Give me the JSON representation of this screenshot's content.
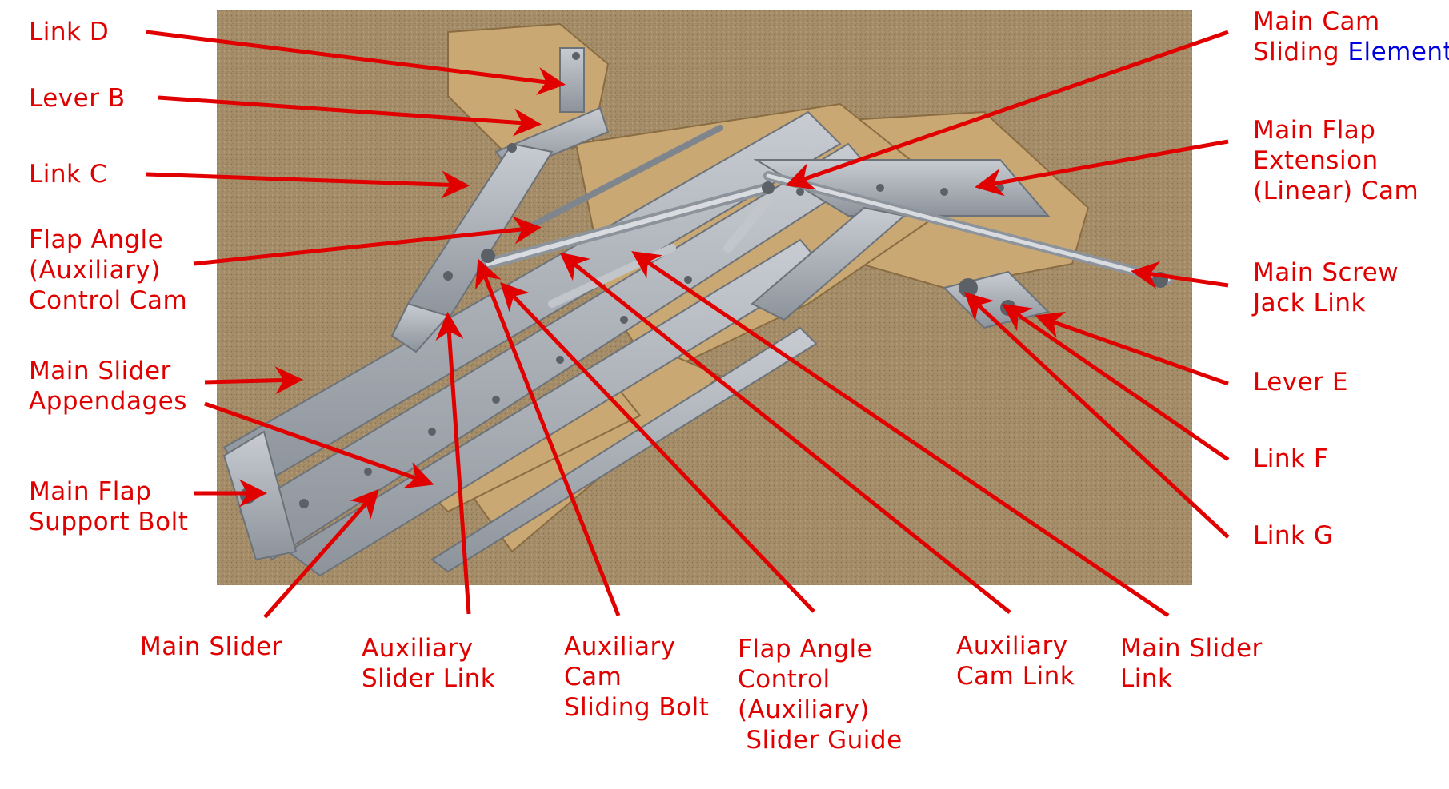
{
  "colors": {
    "label": "#e00000",
    "arrow": "#e00000",
    "highlight": "#0000dd",
    "carpet": "#a08a66"
  },
  "image": {
    "subject": "photo-of-flap-linkage-model"
  },
  "labels": {
    "link_d": "Link D",
    "lever_b": "Lever B",
    "link_c": "Link C",
    "flap_angle_control_cam": [
      "Flap Angle",
      "(Auxiliary)",
      "Control Cam"
    ],
    "main_slider_appendages": [
      "Main Slider",
      "Appendages"
    ],
    "main_flap_support_bolt": [
      "Main Flap",
      "Support Bolt"
    ],
    "main_slider": "Main Slider",
    "auxiliary_slider_link": [
      "Auxiliary",
      "Slider Link"
    ],
    "auxiliary_cam_sliding_bolt": [
      "Auxiliary",
      "Cam",
      "Sliding Bolt"
    ],
    "flap_angle_control_slider_guide": [
      "Flap Angle",
      "Control",
      "(Auxiliary)",
      " Slider Guide"
    ],
    "auxiliary_cam_link": [
      "Auxiliary",
      "Cam Link"
    ],
    "main_slider_link": [
      "Main Slider",
      "Link"
    ],
    "main_cam_sliding_element": {
      "line1": "Main Cam",
      "line2a": "Sliding ",
      "line2b": "Element"
    },
    "main_flap_extension_cam": [
      "Main Flap",
      "Extension",
      "(Linear) Cam"
    ],
    "main_screw_jack_link": [
      "Main Screw",
      "Jack Link"
    ],
    "lever_e": "Lever E",
    "link_f": "Link F",
    "link_g": "Link G"
  }
}
